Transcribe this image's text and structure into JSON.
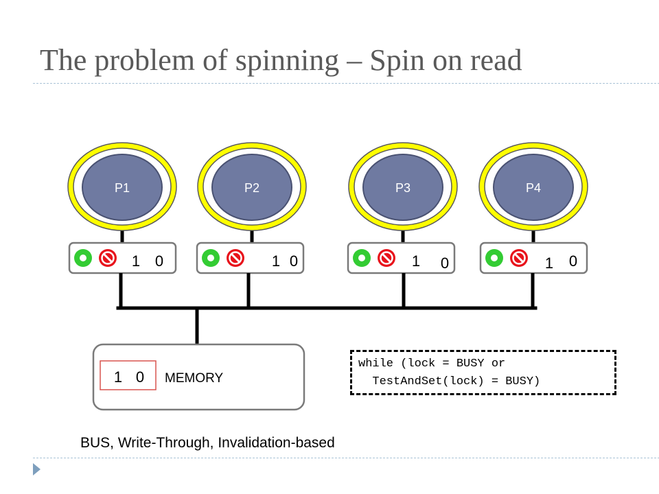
{
  "slide": {
    "title": "The problem of spinning – Spin on read",
    "caption": "BUS, Write-Through, Invalidation-based"
  },
  "processors": [
    {
      "label": "P1",
      "cache_values": [
        "1",
        "0"
      ]
    },
    {
      "label": "P2",
      "cache_values": [
        "1",
        "0"
      ]
    },
    {
      "label": "P3",
      "cache_values": [
        "1",
        "0"
      ]
    },
    {
      "label": "P4",
      "cache_values": [
        "1",
        "0"
      ]
    }
  ],
  "memory": {
    "label": "MEMORY",
    "values": [
      "1",
      "0"
    ]
  },
  "code": {
    "lines": [
      "while (lock = BUSY or",
      "  TestAndSet(lock) = BUSY)"
    ]
  },
  "icons": {
    "go": "green-circle-icon",
    "stop": "red-no-entry-icon"
  },
  "colors": {
    "processor_fill": "#6f7aa1",
    "spin_ring": "#ffff00",
    "go_green": "#33cc33",
    "stop_red": "#e8131b",
    "memory_value_border": "#d9534f"
  }
}
